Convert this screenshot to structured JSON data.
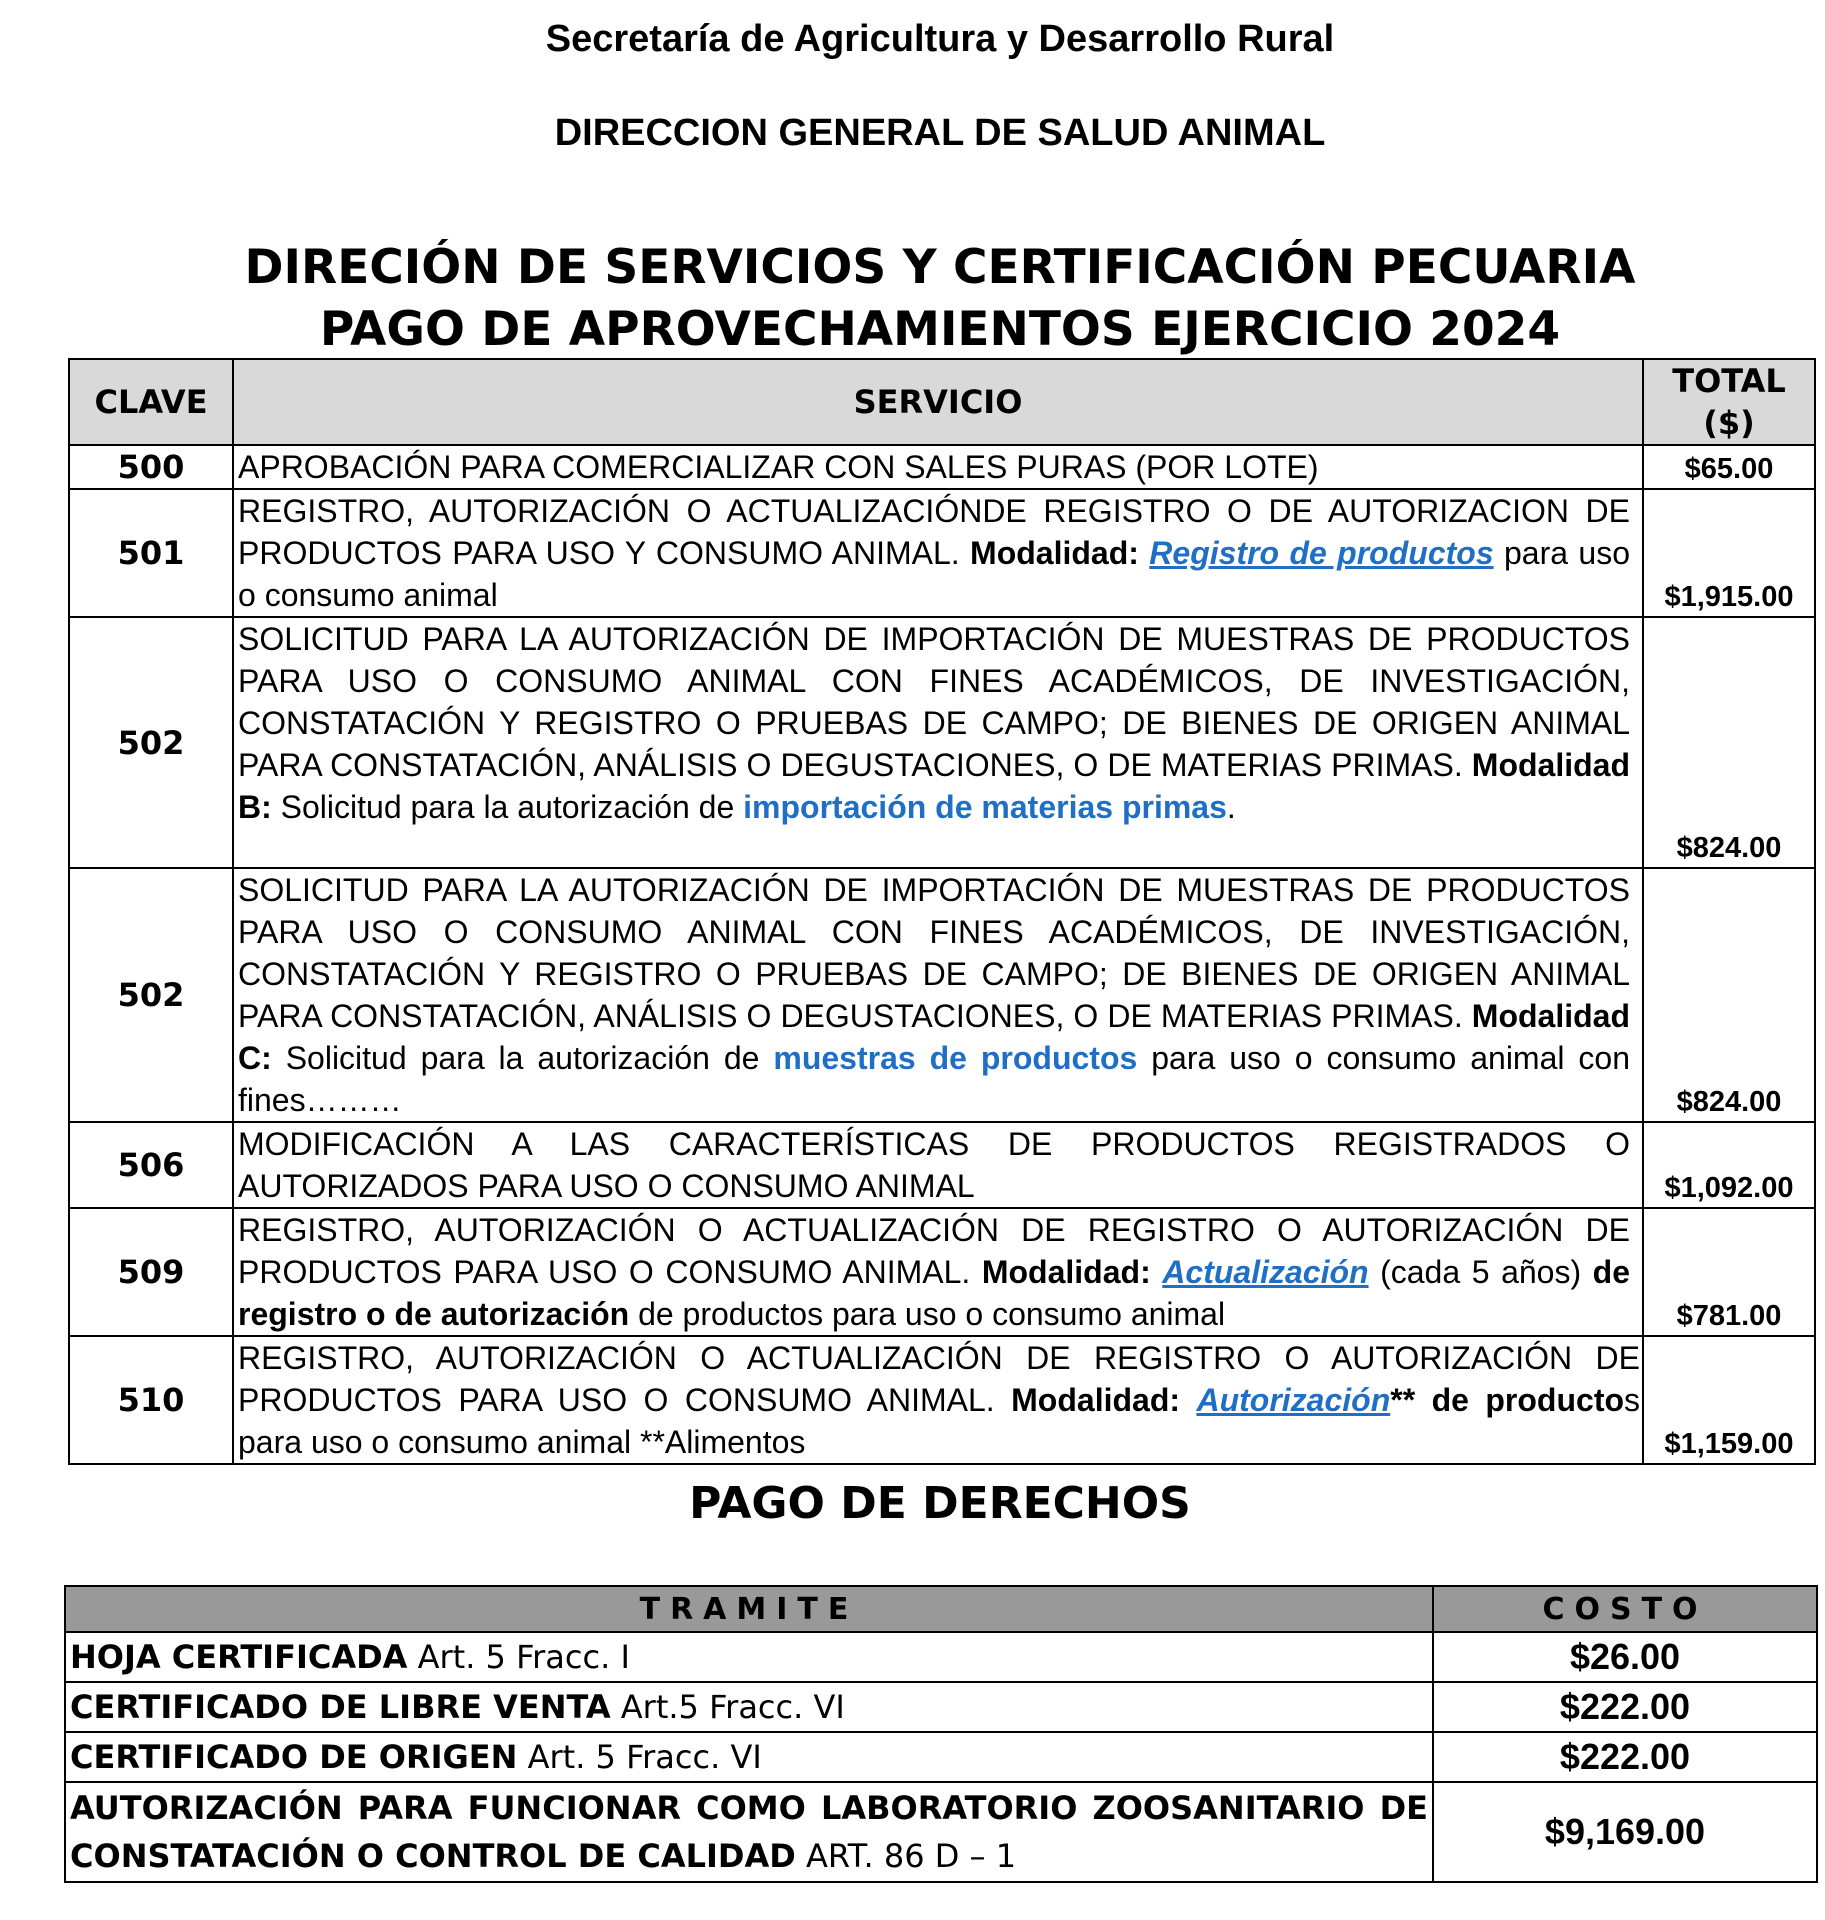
{
  "header": {
    "secretaria": "Secretaría de Agricultura y Desarrollo Rural",
    "direccion_general": "DIRECCION GENERAL DE SALUD ANIMAL",
    "title_line1": "DIRECIÓN DE SERVICIOS Y CERTIFICACIÓN PECUARIA",
    "title_line2": "PAGO DE APROVECHAMIENTOS EJERCICIO 2024"
  },
  "aprovechamientos": {
    "headers": {
      "clave": "CLAVE",
      "servicio": "SERVICIO",
      "total": "TOTAL ($)"
    },
    "rows": [
      {
        "clave": "500",
        "servicio": "APROBACIÓN PARA COMERCIALIZAR CON SALES PURAS (POR LOTE)",
        "total": "$65.00"
      },
      {
        "clave": "501",
        "servicio_a": "REGISTRO, AUTORIZACIÓN O ACTUALIZACIÓNDE REGISTRO O DE AUTORIZACION DE PRODUCTOS PARA USO Y CONSUMO ANIMAL. ",
        "modalidad": "Modalidad:",
        "highlight": "Registro de productos",
        "servicio_b": " para uso o consumo animal",
        "total": "$1,915.00"
      },
      {
        "clave": "502",
        "servicio_a": "SOLICITUD PARA LA AUTORIZACIÓN DE IMPORTACIÓN DE MUESTRAS DE PRODUCTOS PARA USO O CONSUMO ANIMAL CON FINES ACADÉMICOS, DE INVESTIGACIÓN, CONSTATACIÓN Y REGISTRO O PRUEBAS DE CAMPO; DE BIENES DE ORIGEN ANIMAL PARA CONSTATACIÓN, ANÁLISIS O DEGUSTACIONES, O DE MATERIAS PRIMAS. ",
        "modalidad": "Modalidad B:",
        "servicio_b": " Solicitud para la autorización de ",
        "highlight": "importación de materias primas",
        "servicio_c": ".",
        "total": "$824.00"
      },
      {
        "clave": "502",
        "servicio_a": "SOLICITUD PARA LA AUTORIZACIÓN DE IMPORTACIÓN DE MUESTRAS DE PRODUCTOS PARA USO O CONSUMO ANIMAL CON FINES ACADÉMICOS, DE INVESTIGACIÓN, CONSTATACIÓN Y REGISTRO O PRUEBAS DE CAMPO; DE BIENES DE ORIGEN ANIMAL PARA CONSTATACIÓN, ANÁLISIS O DEGUSTACIONES, O DE MATERIAS PRIMAS. ",
        "modalidad": "Modalidad C:",
        "servicio_b": " Solicitud para la autorización de ",
        "highlight": "muestras de productos",
        "servicio_c": " para uso o consumo animal con fines………",
        "total": "$824.00"
      },
      {
        "clave": "506",
        "servicio": "MODIFICACIÓN A LAS CARACTERÍSTICAS DE PRODUCTOS REGISTRADOS O AUTORIZADOS PARA USO O CONSUMO ANIMAL",
        "total": "$1,092.00"
      },
      {
        "clave": "509",
        "servicio_a": "REGISTRO, AUTORIZACIÓN O ACTUALIZACIÓN DE REGISTRO O AUTORIZACIÓN DE PRODUCTOS PARA USO O CONSUMO ANIMAL. ",
        "modalidad": "Modalidad:",
        "highlight": "Actualización",
        "servicio_b": " (cada 5 años) ",
        "bold_part": "de registro o de autorización",
        "servicio_c": " de productos para uso o consumo animal",
        "total": "$781.00"
      },
      {
        "clave": "510",
        "servicio_a": "REGISTRO, AUTORIZACIÓN O ACTUALIZACIÓN DE REGISTRO O AUTORIZACIÓN DE PRODUCTOS PARA USO O CONSUMO ANIMAL. ",
        "modalidad": "Modalidad:",
        "highlight": "Autorización",
        "bold_part": "** de producto",
        "servicio_b": "s para uso o consumo animal **Alimentos",
        "total": "$1,159.00"
      }
    ]
  },
  "derechos": {
    "title": "PAGO DE DERECHOS",
    "headers": {
      "tramite": "TRAMITE",
      "costo": "COSTO"
    },
    "rows": [
      {
        "tramite_bold": "HOJA CERTIFICADA",
        "tramite_rest": " Art. 5 Fracc. I",
        "costo": "$26.00"
      },
      {
        "tramite_bold": "CERTIFICADO DE LIBRE VENTA",
        "tramite_rest": " Art.5 Fracc. VI",
        "costo": "$222.00"
      },
      {
        "tramite_bold": "CERTIFICADO DE ORIGEN",
        "tramite_rest": " Art. 5 Fracc. VI",
        "costo": "$222.00"
      },
      {
        "tramite_bold": "AUTORIZACIÓN PARA FUNCIONAR COMO LABORATORIO ZOOSANITARIO DE CONSTATACIÓN O CONTROL DE CALIDAD",
        "tramite_rest": " ART. 86 D – 1",
        "costo": "$9,169.00"
      }
    ]
  }
}
